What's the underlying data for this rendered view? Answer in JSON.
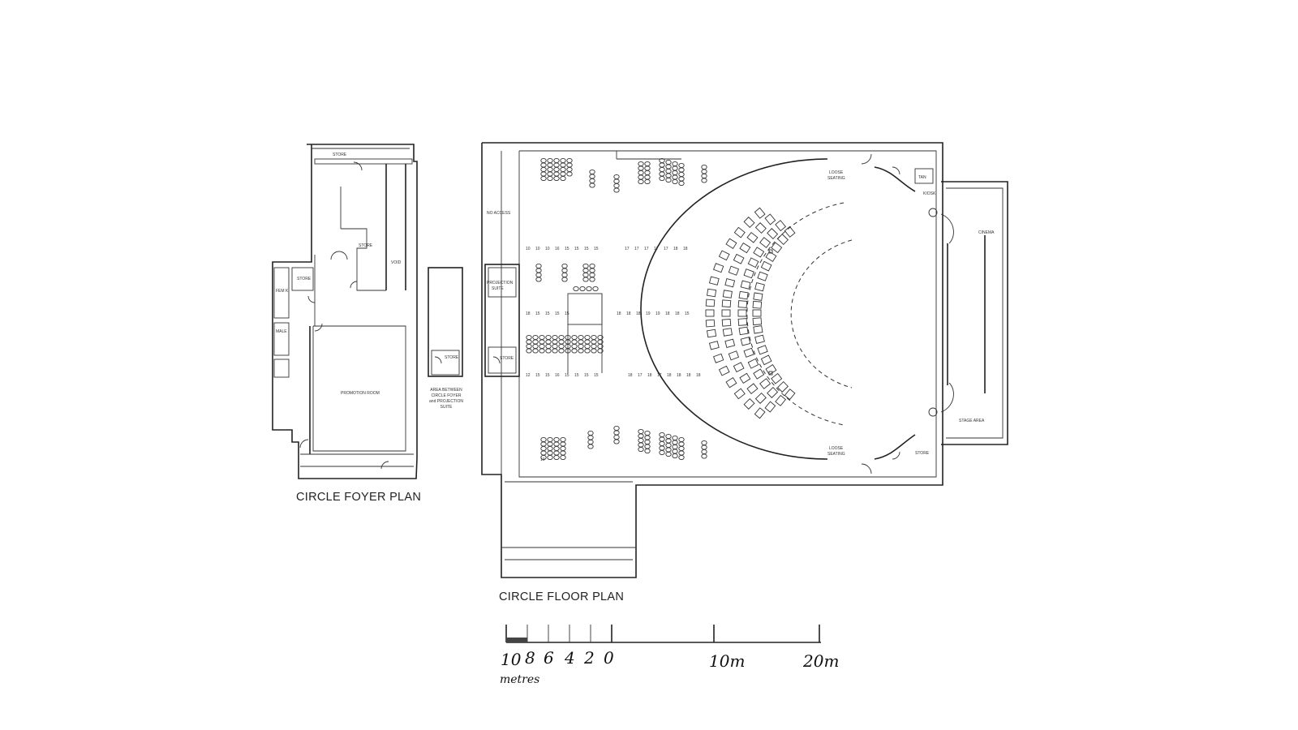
{
  "foyer": {
    "title": "CIRCLE FOYER PLAN",
    "labels": {
      "store_top": "STORE",
      "store_mid": "STORE",
      "void": "VOID",
      "store_left": "STORE",
      "femk": "FEM K",
      "male": "MALE",
      "promotion_room": "PROMOTION ROOM"
    }
  },
  "between": {
    "caption_lines": [
      "AREA BETWEEN",
      "CIRCLE FOYER",
      "and PROJECTION",
      "SUITE"
    ],
    "store": "STORE"
  },
  "floor": {
    "title": "CIRCLE FLOOR PLAN",
    "labels": {
      "no_access": "NO ACCESS",
      "projection_suite_1": "PROJECTION",
      "projection_suite_2": "SUITE",
      "store": "STORE",
      "loose_seating_top_1": "LOOSE",
      "loose_seating_top_2": "SEATING",
      "loose_seating_bottom_1": "LOOSE",
      "loose_seating_bottom_2": "SEATING",
      "tan": "TAN",
      "kiosk": "KIOSK",
      "stage_area": "STAGE AREA",
      "store_bottom": "STORE",
      "cinema": "CINEMA"
    },
    "row_numbers": {
      "top_left": [
        "10",
        "10",
        "10",
        "16",
        "15",
        "15",
        "15",
        "15"
      ],
      "top_right": [
        "17",
        "17",
        "17",
        "17",
        "17",
        "18",
        "18"
      ],
      "mid_left": [
        "18",
        "15",
        "15",
        "15",
        "15"
      ],
      "mid_right": [
        "18",
        "18",
        "18",
        "19",
        "19",
        "18",
        "18",
        "15"
      ],
      "bot_left": [
        "12",
        "15",
        "15",
        "16",
        "15",
        "15",
        "15",
        "15"
      ],
      "bot_right": [
        "18",
        "17",
        "18",
        "17",
        "18",
        "18",
        "18",
        "18"
      ],
      "bot_corner": "10"
    }
  },
  "scale": {
    "ticks_left": [
      "10",
      "8",
      "6",
      "4",
      "2",
      "0"
    ],
    "mark_10": "10m",
    "mark_20": "20m",
    "unit_note": "metres"
  }
}
